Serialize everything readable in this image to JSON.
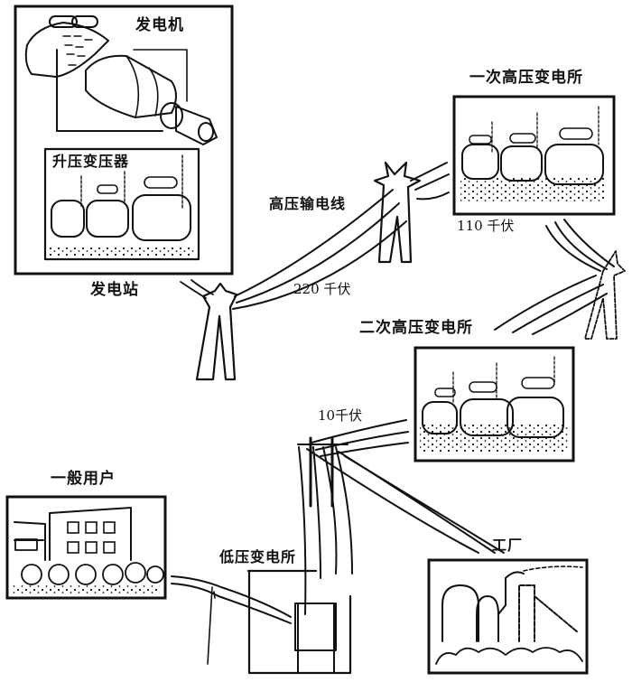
{
  "diagram": {
    "type": "power-transmission-network",
    "colors": {
      "ink": "#111111",
      "background": "#ffffff"
    },
    "nodes": {
      "power_station": {
        "label": "发电站",
        "components": {
          "generator": "发电机",
          "step_up_transformer": "升压变压器"
        }
      },
      "primary_substation": {
        "label": "一次高压变电所"
      },
      "secondary_substation": {
        "label": "二次高压变电所"
      },
      "low_voltage_substation": {
        "label": "低压变电所"
      },
      "household_users": {
        "label": "一般用户"
      },
      "factory": {
        "label": "工厂"
      }
    },
    "lines": {
      "transmission_line": {
        "label": "高压输电线"
      },
      "voltage_220": {
        "label": "220 千伏"
      },
      "voltage_110": {
        "label": "110 千伏"
      },
      "voltage_10": {
        "label": "10千伏"
      }
    },
    "edges": [
      {
        "from": "power_station",
        "to": "primary_substation",
        "voltage": "220 千伏"
      },
      {
        "from": "primary_substation",
        "to": "secondary_substation",
        "voltage": "110 千伏"
      },
      {
        "from": "secondary_substation",
        "to": "low_voltage_substation",
        "voltage": "10千伏"
      },
      {
        "from": "secondary_substation",
        "to": "factory",
        "voltage": "10千伏"
      },
      {
        "from": "low_voltage_substation",
        "to": "household_users"
      }
    ]
  }
}
